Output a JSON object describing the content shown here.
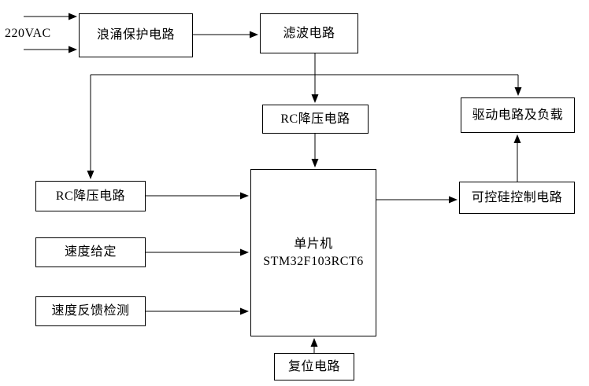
{
  "diagram": {
    "source_label": "220VAC",
    "boxes": {
      "surge": "浪涌保护电路",
      "filter": "滤波电路",
      "rc_mid": "RC降压电路",
      "drive": "驱动电路及负载",
      "rc_left": "RC降压电路",
      "speed_set": "速度给定",
      "speed_fb": "速度反馈检测",
      "mcu_line1": "单片机",
      "mcu_line2": "STM32F103RCT6",
      "scr": "可控硅控制电路",
      "reset": "复位电路"
    },
    "colors": {
      "line": "#000000",
      "background": "#ffffff"
    }
  }
}
